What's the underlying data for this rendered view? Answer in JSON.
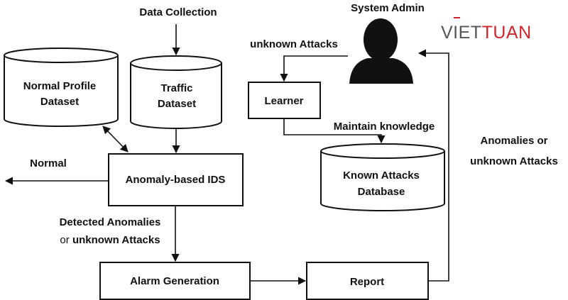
{
  "logo": {
    "part1": "VIET",
    "part2": "TUAN",
    "color1": "#555555",
    "color2": "#d0262b"
  },
  "nodes": {
    "data_collection": "Data Collection",
    "system_admin": "System Admin",
    "normal_profile": [
      "Normal Profile",
      "Dataset"
    ],
    "traffic": [
      "Traffic",
      "Dataset"
    ],
    "learner": "Learner",
    "known_attacks": [
      "Known Attacks",
      "Database"
    ],
    "anomaly_ids": "Anomaly-based IDS",
    "alarm_generation": "Alarm Generation",
    "report": "Report"
  },
  "edge_labels": {
    "unknown_attacks": "unknown Attacks",
    "maintain_knowledge": "Maintain knowledge",
    "anomalies_or_unknown": [
      "Anomalies or",
      "unknown Attacks"
    ],
    "normal": "Normal",
    "detected_anomalies": "Detected Anomalies",
    "or_unknown_attacks_prefix": "or ",
    "or_unknown_attacks_bold": "unknown Attacks"
  },
  "colors": {
    "stroke": "#111111",
    "admin_icon": "#111111"
  }
}
